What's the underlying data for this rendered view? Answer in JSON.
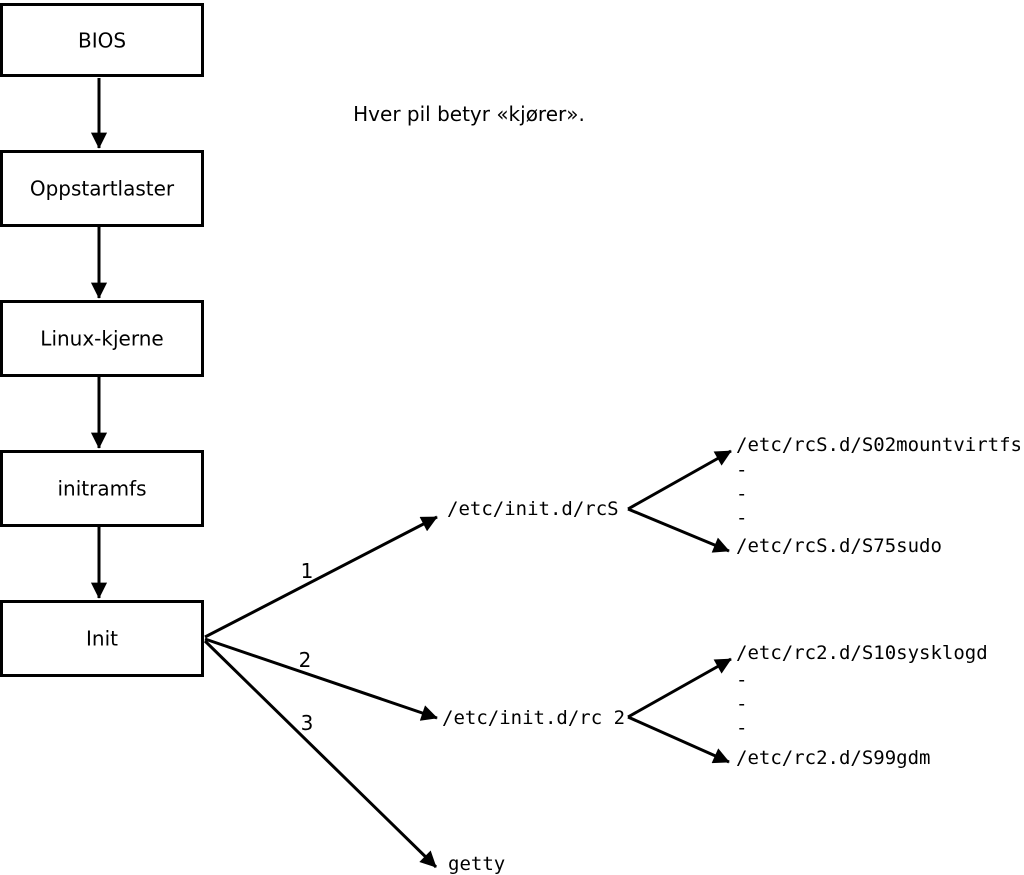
{
  "note": "Hver pil betyr «kjører».",
  "colors": {
    "line": "#000000",
    "background": "#ffffff"
  },
  "flowchart": {
    "boxes": [
      {
        "label": "BIOS"
      },
      {
        "label": "Oppstartlaster"
      },
      {
        "label": "Linux-kjerne"
      },
      {
        "label": "initramfs"
      },
      {
        "label": "Init"
      }
    ]
  },
  "init_tree": {
    "branches": [
      {
        "order": "1",
        "target": "/etc/init.d/rcS"
      },
      {
        "order": "2",
        "target": "/etc/init.d/rc 2"
      },
      {
        "order": "3",
        "target": "getty"
      }
    ],
    "rcS_scripts": [
      "/etc/rcS.d/S02mountvirtfs",
      "-",
      "-",
      "-",
      "/etc/rcS.d/S75sudo"
    ],
    "rc2_scripts": [
      "/etc/rc2.d/S10sysklogd",
      "-",
      "-",
      "-",
      "/etc/rc2.d/S99gdm"
    ]
  }
}
